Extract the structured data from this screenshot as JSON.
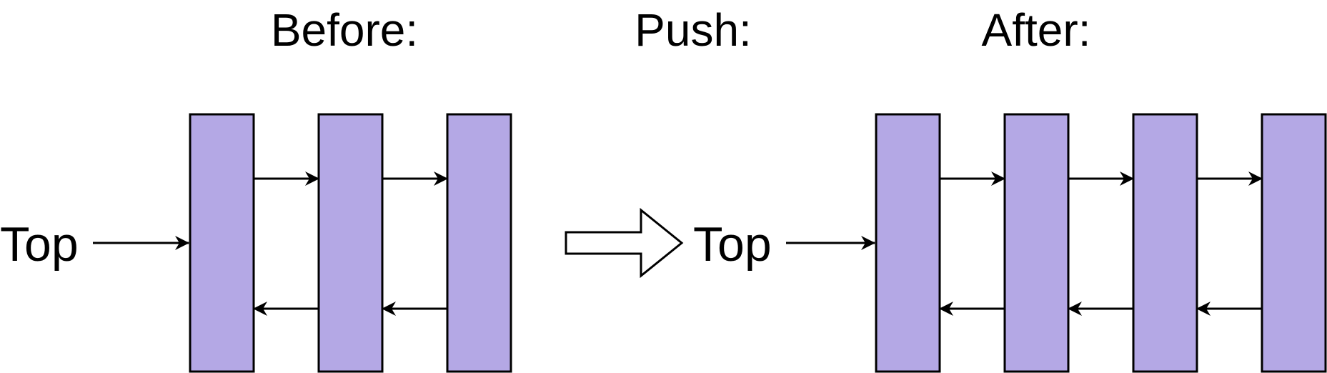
{
  "colors": {
    "node_fill": "#b4a8e5",
    "stroke": "#000000",
    "background": "#ffffff"
  },
  "headings": {
    "before": "Before:",
    "push": "Push:",
    "after": "After:"
  },
  "before": {
    "pointer_label": "Top",
    "node_count": 3
  },
  "push_arrow": {
    "icon": "hollow-right-arrow-icon"
  },
  "after": {
    "pointer_label": "Top",
    "node_count": 4
  }
}
